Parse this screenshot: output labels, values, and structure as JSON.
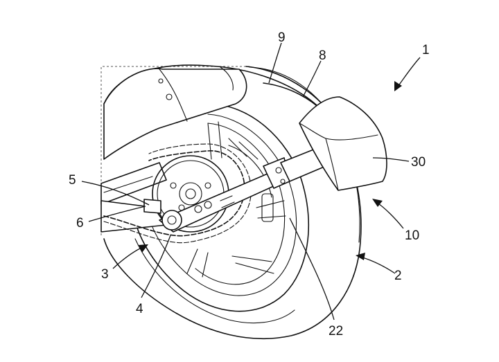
{
  "figure": {
    "labels": {
      "l1": "1",
      "l2": "2",
      "l3": "3",
      "l4": "4",
      "l5": "5",
      "l6": "6",
      "l8": "8",
      "l9": "9",
      "l10": "10",
      "l22": "22",
      "l30": "30"
    }
  }
}
